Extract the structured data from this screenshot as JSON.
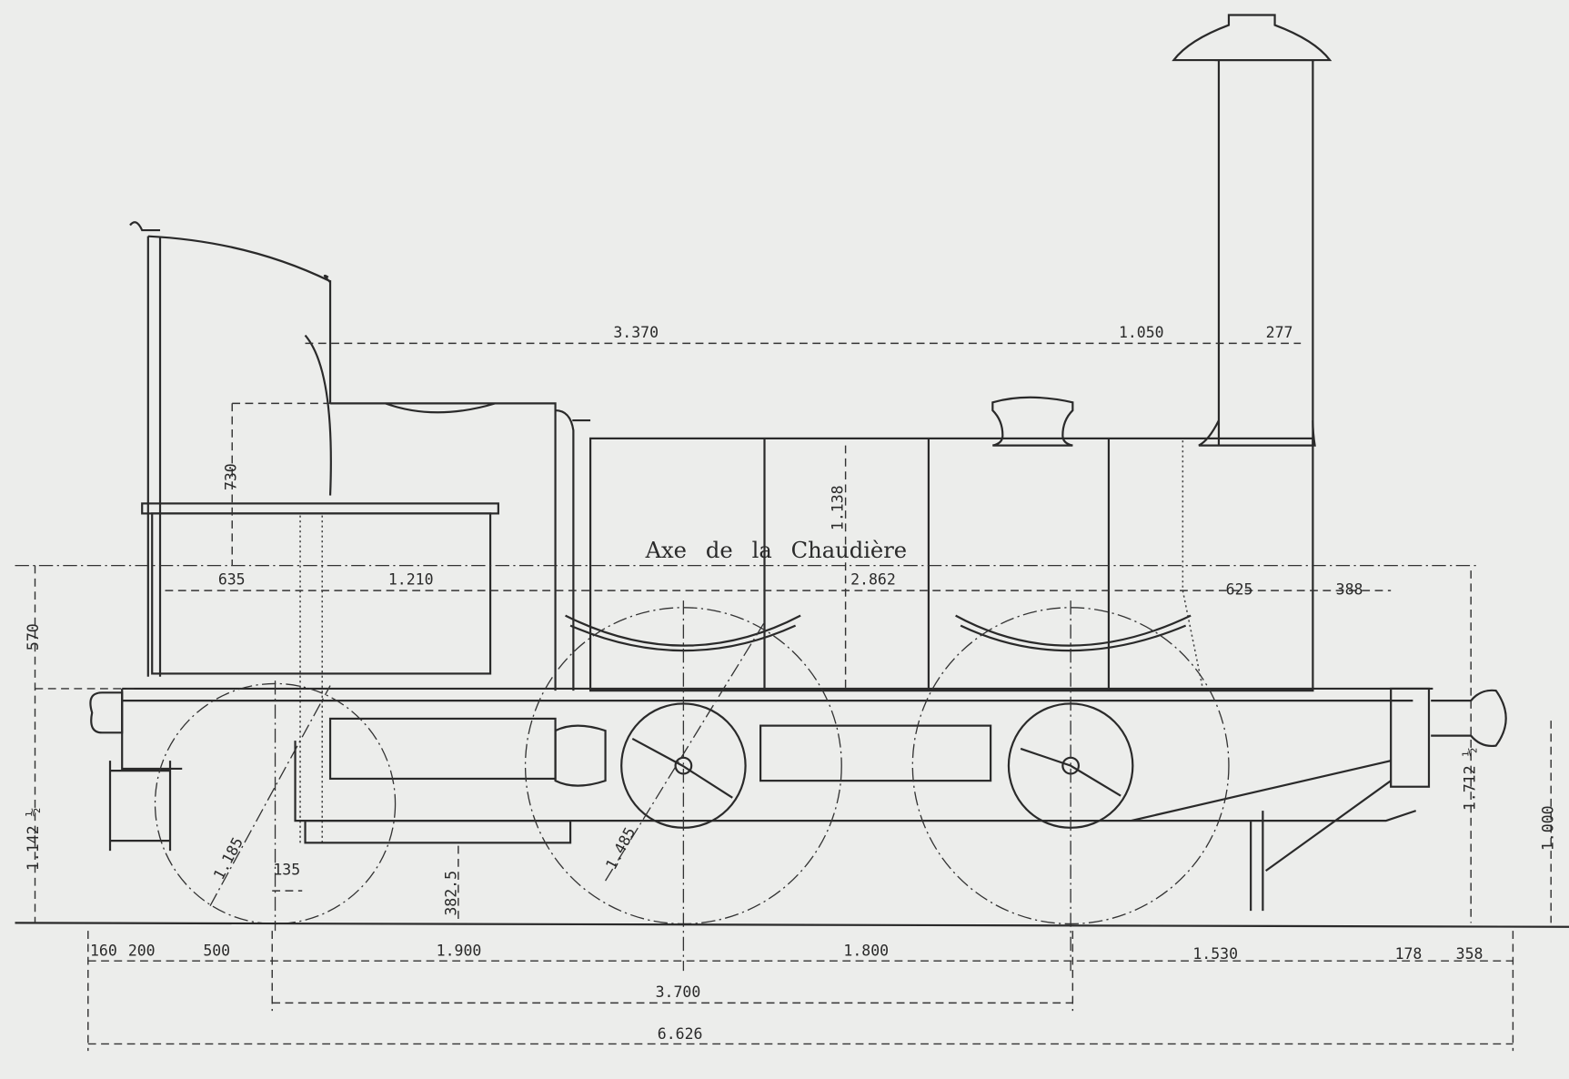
{
  "title": "Axe de la Chaudière",
  "dimensions": {
    "top": {
      "cab_to_dome": "3.370",
      "dome_to_chimney": "1.050",
      "chimney_half": "277"
    },
    "cab_height": "730",
    "boiler_height": "1.138",
    "axis_row": {
      "d635": "635",
      "d1210": "1.210",
      "d2862": "2.862",
      "d625": "625",
      "d388": "388"
    },
    "left": {
      "d570": "570",
      "d1142": "1.142 ½"
    },
    "right": {
      "d1712": "1.712 ½",
      "d1000": "1.000"
    },
    "wheels": {
      "small_diameter": "1.185",
      "large_diameter": "1.485",
      "d135": "135",
      "d382": "382.5"
    },
    "bottom": {
      "d160": "160",
      "d200": "200",
      "d500": "500",
      "d1900": "1.900",
      "d1800": "1.800",
      "d1530": "1.530",
      "d178": "178",
      "d358": "358"
    },
    "wheelbase": "3.700",
    "overall_length": "6.626"
  }
}
